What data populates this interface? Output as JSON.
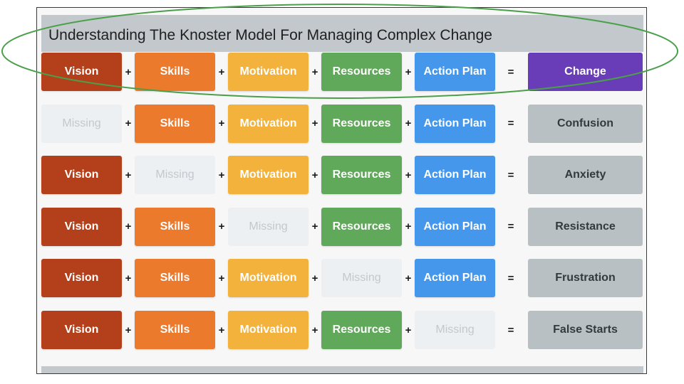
{
  "title": "Understanding The Knoster Model For Managing Complex Change",
  "operators": {
    "plus": "+",
    "equals": "="
  },
  "colors": {
    "vision": "#b3401b",
    "skills": "#ec7a2d",
    "motivation": "#f3b23c",
    "resources": "#61a95a",
    "action_plan": "#4597ec",
    "missing": "#edf0f2",
    "result": "#b9c0c4",
    "change": "#6a3db8",
    "annotation_ellipse": "#4aa04a"
  },
  "rows": [
    {
      "cells": [
        {
          "text": "Vision",
          "type": "vision"
        },
        {
          "text": "Skills",
          "type": "skills"
        },
        {
          "text": "Motivation",
          "type": "motivation"
        },
        {
          "text": "Resources",
          "type": "resources"
        },
        {
          "text": "Action Plan",
          "type": "action_plan"
        }
      ],
      "result": {
        "text": "Change",
        "type": "change"
      }
    },
    {
      "cells": [
        {
          "text": "Missing",
          "type": "missing"
        },
        {
          "text": "Skills",
          "type": "skills"
        },
        {
          "text": "Motivation",
          "type": "motivation"
        },
        {
          "text": "Resources",
          "type": "resources"
        },
        {
          "text": "Action Plan",
          "type": "action_plan"
        }
      ],
      "result": {
        "text": "Confusion",
        "type": "result"
      }
    },
    {
      "cells": [
        {
          "text": "Vision",
          "type": "vision"
        },
        {
          "text": "Missing",
          "type": "missing"
        },
        {
          "text": "Motivation",
          "type": "motivation"
        },
        {
          "text": "Resources",
          "type": "resources"
        },
        {
          "text": "Action Plan",
          "type": "action_plan"
        }
      ],
      "result": {
        "text": "Anxiety",
        "type": "result"
      }
    },
    {
      "cells": [
        {
          "text": "Vision",
          "type": "vision"
        },
        {
          "text": "Skills",
          "type": "skills"
        },
        {
          "text": "Missing",
          "type": "missing"
        },
        {
          "text": "Resources",
          "type": "resources"
        },
        {
          "text": "Action Plan",
          "type": "action_plan"
        }
      ],
      "result": {
        "text": "Resistance",
        "type": "result"
      }
    },
    {
      "cells": [
        {
          "text": "Vision",
          "type": "vision"
        },
        {
          "text": "Skills",
          "type": "skills"
        },
        {
          "text": "Motivation",
          "type": "motivation"
        },
        {
          "text": "Missing",
          "type": "missing"
        },
        {
          "text": "Action Plan",
          "type": "action_plan"
        }
      ],
      "result": {
        "text": "Frustration",
        "type": "result"
      }
    },
    {
      "cells": [
        {
          "text": "Vision",
          "type": "vision"
        },
        {
          "text": "Skills",
          "type": "skills"
        },
        {
          "text": "Motivation",
          "type": "motivation"
        },
        {
          "text": "Resources",
          "type": "resources"
        },
        {
          "text": "Missing",
          "type": "missing"
        }
      ],
      "result": {
        "text": "False Starts",
        "type": "result"
      }
    }
  ]
}
